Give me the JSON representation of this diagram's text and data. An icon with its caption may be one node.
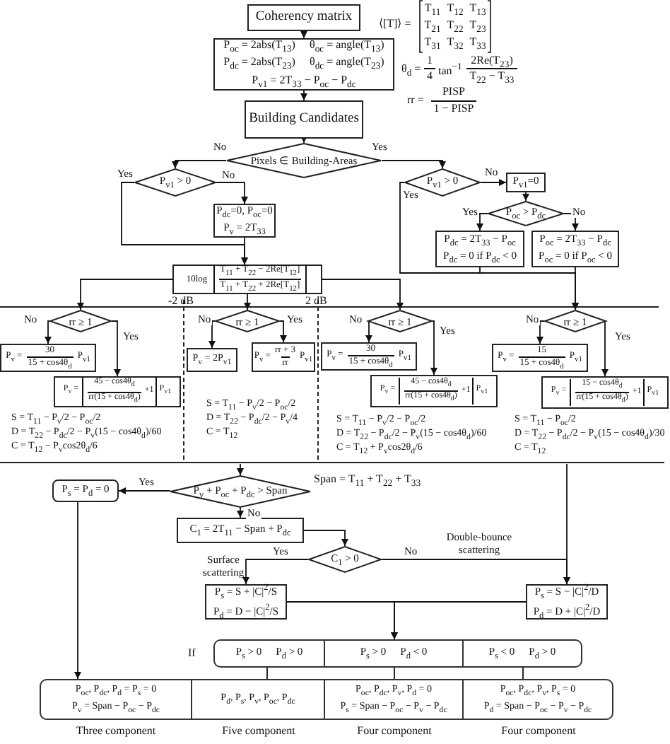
{
  "diagram": {
    "nodes": [
      {
        "text": [
          "Coherency matrix"
        ]
      },
      {
        "text": [
          "P$_{oc}$ = 2abs(T$_{13}$)",
          "θ$_{oc}$ = angle(T$_{13}$)",
          "P$_{dc}$ = 2abs(T$_{23}$)",
          "θ$_{dc}$ = angle(T$_{23}$)",
          "P$_{v1}$ = 2T$_{33}$ − P$_{oc}$ − P$_{dc}$"
        ]
      },
      {
        "text": [
          "Building Candidates"
        ]
      },
      {
        "text": [
          "Pixels ∈ Building-Areas"
        ]
      },
      {
        "text": [
          "P$_{v1}$ > 0"
        ]
      },
      {
        "text": [
          "P$_{dc}$=0, P$_{oc}$=0",
          "P$_{v}$ = 2T$_{33}$"
        ]
      },
      {
        "text": [
          "10log",
          "T$_{11}$ + T$_{22}$ − 2Re[T$_{12}$]",
          "T$_{11}$ + T$_{22}$ + 2Re[T$_{12}$]"
        ]
      },
      {
        "text": [
          "P$_{v1}$ > 0"
        ]
      },
      {
        "text": [
          "P$_{v1}$=0"
        ]
      },
      {
        "text": [
          "P$_{oc}$ > P$_{dc}$"
        ]
      },
      {
        "text": [
          "P$_{dc}$ = 2T$_{33}$ − P$_{oc}$",
          "P$_{dc}$ = 0  if P$_{dc}$ < 0"
        ]
      },
      {
        "text": [
          "P$_{oc}$ = 2T$_{33}$ − P$_{dc}$",
          "P$_{oc}$ = 0  if P$_{oc}$ < 0"
        ]
      },
      {
        "text": [
          "rr ≥ 1"
        ]
      },
      {
        "text": [
          "P$_{v}$ =",
          "30",
          "15 + cos4θ$_{d}$",
          "P$_{v1}$"
        ]
      },
      {
        "text": [
          "P$_{v}$ =",
          "45 − cos4θ$_{d}$",
          "rr(15 + cos4θ$_{d}$)",
          "+1",
          "P$_{v1}$"
        ]
      },
      {
        "text": [
          "rr ≥ 1"
        ]
      },
      {
        "text": [
          "P$_{v}$ = 2P$_{v1}$"
        ]
      },
      {
        "text": [
          "P$_{v}$ =",
          "rr + 3",
          "rr",
          "P$_{v1}$"
        ]
      },
      {
        "text": [
          "rr ≥ 1"
        ]
      },
      {
        "text": [
          "P$_{v}$ =",
          "30",
          "15 + cos4θ$_{d}$",
          "P$_{v1}$"
        ]
      },
      {
        "text": [
          "P$_{v}$ =",
          "45 − cos4θ$_{d}$",
          "rr(15 + cos4θ$_{d}$)",
          "+1",
          "P$_{v1}$"
        ]
      },
      {
        "text": [
          "rr ≥ 1"
        ]
      },
      {
        "text": [
          "P$_{v}$ =",
          "15",
          "15 + cos4θ$_{d}$",
          "P$_{v1}$"
        ]
      },
      {
        "text": [
          "P$_{v}$ =",
          "15 − cos4θ$_{d}$",
          "rr(15 + cos4θ$_{d}$)",
          "+1",
          "P$_{v1}$"
        ]
      },
      {
        "text": [
          "P$_{v}$ + P$_{oc}$ + P$_{dc}$ > Span"
        ],
        "beside": [
          "Span = T$_{11}$ + T$_{22}$ + T$_{33}$"
        ]
      },
      {
        "text": [
          "P$_{s}$ = P$_{d}$ = 0"
        ]
      },
      {
        "text": [
          "C$_{1}$ = 2T$_{11}$ − Span + P$_{dc}$"
        ]
      },
      {
        "text": [
          "C$_{1}$ > 0"
        ]
      },
      {
        "text": [
          "P$_{s}$ = S + |C|$^{2}$/S",
          "P$_{d}$ = D − |C|$^{2}$/S"
        ]
      },
      {
        "text": [
          "P$_{s}$ = S − |C|$^{2}$/D",
          "P$_{d}$ = D + |C|$^{2}$/D"
        ]
      },
      {
        "text": [
          "P$_{s}$ > 0",
          "P$_{d}$ > 0"
        ]
      },
      {
        "text": [
          "P$_{s}$ > 0",
          "P$_{d}$ < 0"
        ]
      },
      {
        "text": [
          "P$_{s}$ < 0",
          "P$_{d}$ > 0"
        ]
      },
      {
        "text": [
          "P$_{oc}$, P$_{dc}$, P$_{d}$ = P$_{s}$ = 0",
          "P$_{v}$ = Span − P$_{oc}$ − P$_{dc}$"
        ],
        "beside": [
          "Three component"
        ]
      },
      {
        "text": [
          "P$_{d}$, P$_{s}$, P$_{v}$, P$_{oc}$, P$_{dc}$"
        ],
        "beside": [
          "Five component"
        ]
      },
      {
        "text": [
          "P$_{oc}$, P$_{dc}$, P$_{v}$, P$_{d}$ = 0",
          "P$_{s}$ = Span − P$_{oc}$ − P$_{v}$ − P$_{dc}$"
        ],
        "beside": [
          "Four component"
        ]
      },
      {
        "text": [
          "P$_{oc}$, P$_{dc}$, P$_{v}$, P$_{s}$ = 0",
          "P$_{d}$ = Span − P$_{oc}$ − P$_{v}$ − P$_{dc}$"
        ],
        "beside": [
          "Four component"
        ]
      }
    ],
    "edges": [
      {
        "from": 0,
        "to": 1,
        "arrow": "to"
      },
      {
        "from": 1,
        "to": 2,
        "arrow": "to"
      },
      {
        "from": 2,
        "to": 3,
        "arrow": "to"
      },
      {
        "from": 3,
        "to": 4,
        "arrow": "to",
        "label": "No"
      },
      {
        "from": 3,
        "to": 7,
        "arrow": "to",
        "label": "Yes"
      },
      {
        "from": 4,
        "to": 5,
        "arrow": "to",
        "label": "No"
      },
      {
        "from": 4,
        "to": 6,
        "arrow": "to",
        "label": "Yes"
      },
      {
        "from": 5,
        "to": 6,
        "arrow": "to"
      },
      {
        "from": 6,
        "to": 12,
        "arrow": "to"
      },
      {
        "from": 6,
        "to": 15,
        "arrow": "to"
      },
      {
        "from": 6,
        "to": 18,
        "arrow": "to"
      },
      {
        "from": 7,
        "to": 8,
        "arrow": "to",
        "label": "No"
      },
      {
        "from": 7,
        "to": 21,
        "arrow": "to",
        "label": "Yes"
      },
      {
        "from": 8,
        "to": 9,
        "arrow": "to"
      },
      {
        "from": 9,
        "to": 10,
        "arrow": "to",
        "label": "Yes"
      },
      {
        "from": 9,
        "to": 11,
        "arrow": "to",
        "label": "No"
      },
      {
        "from": 10,
        "to": 21,
        "arrow": "to"
      },
      {
        "from": 11,
        "to": 21,
        "arrow": "to"
      },
      {
        "from": 12,
        "to": 13,
        "arrow": "to",
        "label": "No"
      },
      {
        "from": 12,
        "to": 14,
        "arrow": "to",
        "label": "Yes"
      },
      {
        "from": 15,
        "to": 16,
        "arrow": "to",
        "label": "No"
      },
      {
        "from": 15,
        "to": 17,
        "arrow": "to",
        "label": "Yes"
      },
      {
        "from": 18,
        "to": 19,
        "arrow": "to",
        "label": "No"
      },
      {
        "from": 18,
        "to": 20,
        "arrow": "to",
        "label": "Yes"
      },
      {
        "from": 21,
        "to": 22,
        "arrow": "to",
        "label": "No"
      },
      {
        "from": 21,
        "to": 23,
        "arrow": "to",
        "label": "Yes"
      },
      {
        "from": null,
        "to": 24,
        "arrow": "to"
      },
      {
        "from": null,
        "to": 29,
        "arrow": "to"
      },
      {
        "from": 24,
        "to": 25,
        "arrow": "to",
        "label": "Yes"
      },
      {
        "from": 24,
        "to": 26,
        "arrow": "to",
        "label": "No"
      },
      {
        "from": 26,
        "to": 27,
        "arrow": "to"
      },
      {
        "from": 27,
        "to": 28,
        "arrow": "to",
        "label": "Yes"
      },
      {
        "from": 27,
        "to": 29,
        "arrow": "to",
        "label": "No"
      },
      {
        "from": 28,
        "to": 31,
        "arrow": "to"
      },
      {
        "from": 29,
        "to": 31,
        "arrow": "to"
      },
      {
        "from": 25,
        "to": 33,
        "arrow": "to"
      },
      {
        "from": 30,
        "to": 34,
        "arrow": "none"
      },
      {
        "from": 31,
        "to": 35,
        "arrow": "none"
      },
      {
        "from": 32,
        "to": 36,
        "arrow": "none"
      }
    ],
    "labels": [
      "⟨[T]⟩ =",
      "T$_{11}$",
      "T$_{12}$",
      "T$_{13}$",
      "T$_{21}$",
      "T$_{22}$",
      "T$_{23}$",
      "T$_{31}$",
      "T$_{32}$",
      "T$_{33}$",
      "θ$_{d}$ =",
      "1",
      "4",
      "tan$^{−1}$",
      "2Re(T$_{23}$)",
      "T$_{22}$ − T$_{33}$",
      "rr =",
      "PISP",
      "1 − PISP",
      "-2 dB",
      "2 dB",
      "S = T$_{11}$ − P$_{v}$/2 − P$_{oc}$/2",
      "D = T$_{22}$ − P$_{dc}$/2 − P$_{v}$(15 − cos4θ$_{d}$)/60",
      "C = T$_{12}$ − P$_{v}$cos2θ$_{d}$/6",
      "S = T$_{11}$ − P$_{v}$/2 − P$_{oc}$/2",
      "D = T$_{22}$ − P$_{dc}$/2 − P$_{v}$/4",
      "C = T$_{12}$",
      "S = T$_{11}$ − P$_{v}$/2 − P$_{oc}$/2",
      "D = T$_{22}$ − P$_{dc}$/2 − P$_{v}$(15 − cos4θ$_{d}$)/60",
      "C = T$_{12}$ + P$_{v}$cos2θ$_{d}$/6",
      "S = T$_{11}$ − P$_{oc}$/2",
      "D = T$_{22}$ − P$_{dc}$/2 − P$_{v}$(15 − cos4θ$_{d}$)/30",
      "C = T$_{12}$",
      "Surface scattering",
      "Double-bounce scattering",
      "If"
    ]
  }
}
